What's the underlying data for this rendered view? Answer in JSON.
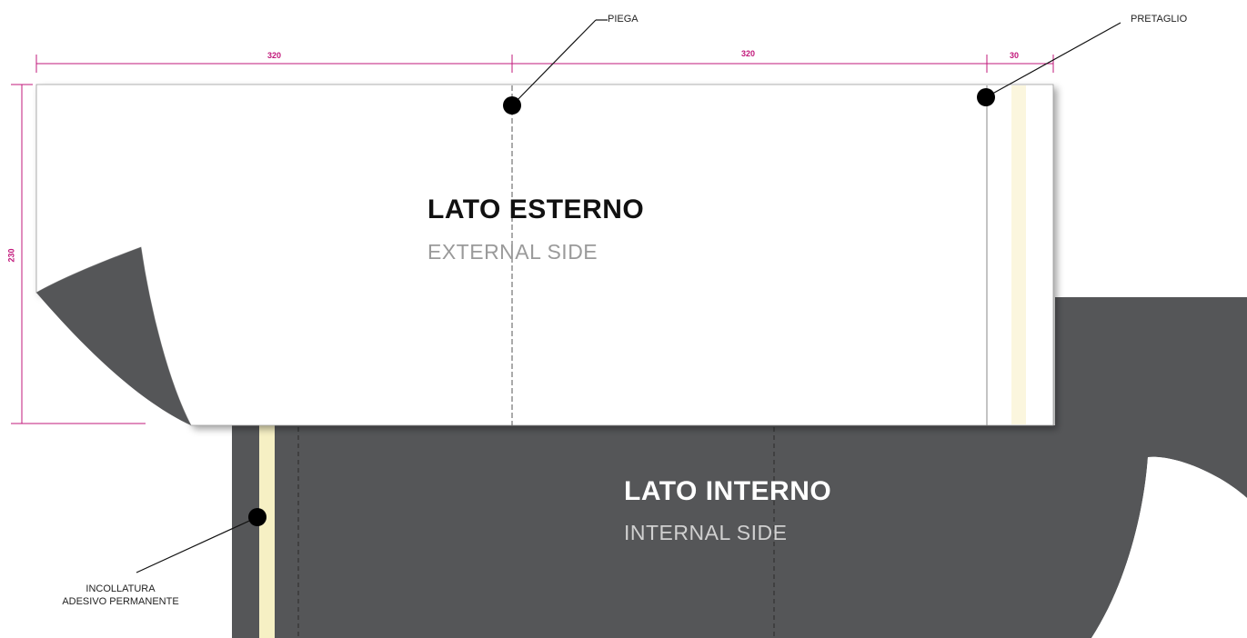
{
  "external": {
    "title": "LATO ESTERNO",
    "subtitle": "EXTERNAL SIDE"
  },
  "internal": {
    "title": "LATO INTERNO",
    "subtitle": "INTERNAL SIDE"
  },
  "callouts": {
    "fold": "PIEGA",
    "precut": "PRETAGLIO",
    "glue_line1": "INCOLLATURA",
    "glue_line2": "ADESIVO PERMANENTE"
  },
  "dimensions": {
    "panel_left": "320",
    "panel_right": "320",
    "flap": "30",
    "height": "230"
  },
  "colors": {
    "sheet_white": "#ffffff",
    "sheet_dark": "#555658",
    "dimension_magenta": "#c2187b",
    "glue_strip": "#f6f0c4",
    "marker": "#000000"
  }
}
